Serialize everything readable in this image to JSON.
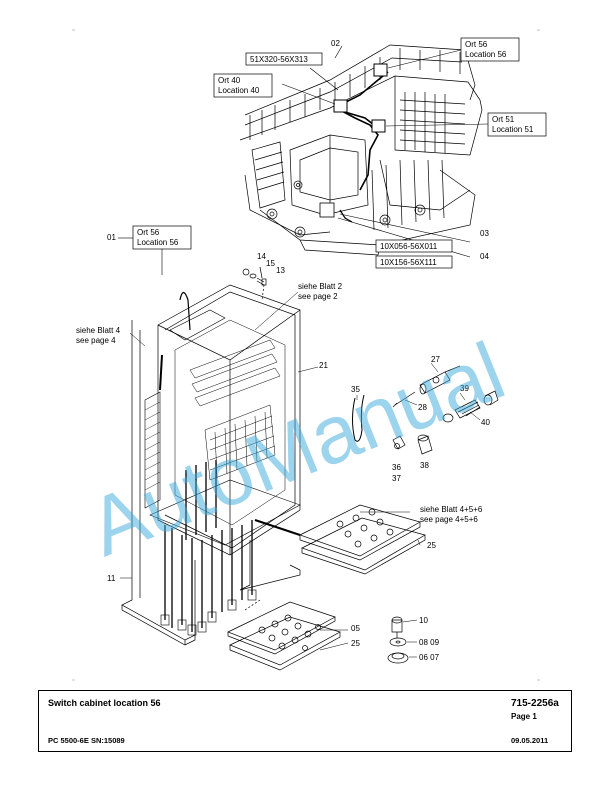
{
  "title_block": {
    "title": "Switch cabinet location 56",
    "doc_number": "715-2256a",
    "page": "Page 1",
    "model": "PC 5500-6E SN:15089",
    "date": "09.05.2011"
  },
  "watermark": "AutoManual",
  "callout_boxes": {
    "connector_02": "51X320-56X313",
    "ort56_top_1": "Ort 56",
    "ort56_top_2": "Location 56",
    "ort40_1": "Ort 40",
    "ort40_2": "Location 40",
    "ort51_1": "Ort 51",
    "ort51_2": "Location 51",
    "connector_03": "10X056-56X011",
    "connector_04": "10X156-56X111",
    "ort56_main_1": "Ort 56",
    "ort56_main_2": "Location 56"
  },
  "references": {
    "blatt2_1": "siehe Blatt 2",
    "blatt2_2": "see page 2",
    "blatt4_1": "siehe Blatt 4",
    "blatt4_2": "see page 4",
    "blatt456_1": "siehe Blatt 4+5+6",
    "blatt456_2": "see page 4+5+6"
  },
  "item_numbers": {
    "n01": "01",
    "n02": "02",
    "n03": "03",
    "n04": "04",
    "n05": "05",
    "n06_07": "06  07",
    "n08_09": "08  09",
    "n10": "10",
    "n11": "11",
    "n13": "13",
    "n14": "14",
    "n15": "15",
    "n21": "21",
    "n25a": "25",
    "n25b": "25",
    "n27": "27",
    "n28": "28",
    "n35": "35",
    "n36": "36",
    "n37": "37",
    "n38": "38",
    "n39": "39",
    "n40": "40"
  },
  "colors": {
    "line": "#000000",
    "watermark": "#3aa8dc"
  }
}
